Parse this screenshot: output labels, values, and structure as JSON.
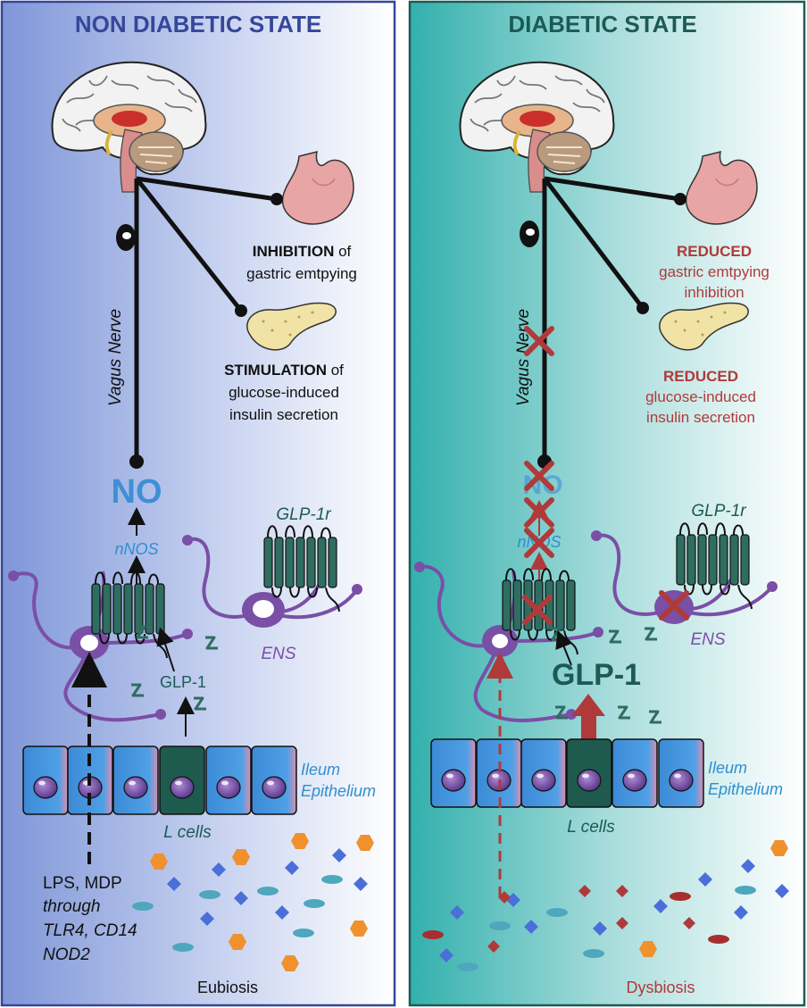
{
  "colors": {
    "panel_left_start": "#8ea3dc",
    "panel_right_start": "#3fb8b4",
    "title_left": "#36469a",
    "title_right": "#1d5a55",
    "receptor": "#2f6d61",
    "neuron": "#7a4fa6",
    "cell_blue": "#3f8fd9",
    "l_cell": "#1f5a4e",
    "red_accent": "#b03a3a",
    "orange_hex": "#f0912d",
    "blue_diamond": "#4b6fd9",
    "teal_ellipse": "#4fa7bd"
  },
  "left": {
    "title": "NON DIABETIC STATE",
    "vagus": "Vagus Nerve",
    "inhibition_bold": "INHIBITION",
    "inhibition_rest": " of",
    "inhibition_line2": "gastric emtpying",
    "stimulation_bold": "STIMULATION",
    "stimulation_rest": " of",
    "stimulation_line2": "glucose-induced",
    "stimulation_line3": "insulin secretion",
    "no": "NO",
    "nnos": "nNOS",
    "glp1r": "GLP-1r",
    "ens": "ENS",
    "glp1": "GLP-1",
    "ileum1": "Ileum",
    "ileum2": "Epithelium",
    "lcells": "L cells",
    "lps1": "LPS, MDP",
    "lps2": "through",
    "lps3": "TLR4, CD14",
    "lps4": "NOD2",
    "biosis": "Eubiosis"
  },
  "right": {
    "title": "DIABETIC STATE",
    "vagus": "Vagus Nerve",
    "reduced1": "REDUCED",
    "reduced1_line2": "gastric emtpying",
    "reduced1_line3": "inhibition",
    "reduced2": "REDUCED",
    "reduced2_line2": "glucose-induced",
    "reduced2_line3": "insulin secretion",
    "no": "NO",
    "nnos": "nNOS",
    "glp1r": "GLP-1r",
    "ens": "ENS",
    "glp1": "GLP-1",
    "ileum1": "Ileum",
    "ileum2": "Epithelium",
    "lcells": "L cells",
    "biosis": "Dysbiosis"
  }
}
